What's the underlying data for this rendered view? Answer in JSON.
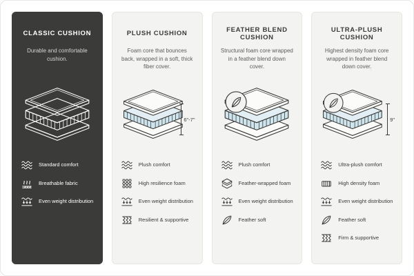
{
  "colors": {
    "dark_card": "#3b3b39",
    "light_card": "#f3f3f1",
    "accent_blue": "#cfe5ee",
    "text_dark": "#3a3a38"
  },
  "cards": [
    {
      "title": "CLASSIC CUSHION",
      "description": "Durable and comfortable cushion.",
      "features": [
        {
          "icon": "waves-icon",
          "label": "Standard comfort"
        },
        {
          "icon": "breathable-fabric-icon",
          "label": "Breathable fabric"
        },
        {
          "icon": "weight-distribution-icon",
          "label": "Even weight distribution"
        }
      ]
    },
    {
      "title": "PLUSH CUSHION",
      "description": "Foam core that bounces back, wrapped in a soft, thick fiber cover.",
      "height_label": "6\"-7\"",
      "features": [
        {
          "icon": "waves-icon",
          "label": "Plush comfort"
        },
        {
          "icon": "resilience-foam-icon",
          "label": "High resilience foam"
        },
        {
          "icon": "weight-distribution-icon",
          "label": "Even weight distribution"
        },
        {
          "icon": "springs-icon",
          "label": "Resilient & supportive"
        }
      ]
    },
    {
      "title": "FEATHER BLEND CUSHION",
      "description": "Structural foam core wrapped in a feather blend down cover.",
      "features": [
        {
          "icon": "waves-icon",
          "label": "Plush comfort"
        },
        {
          "icon": "feather-wrapped-foam-icon",
          "label": "Feather-wrapped foam"
        },
        {
          "icon": "weight-distribution-icon",
          "label": "Even weight distribution"
        },
        {
          "icon": "feather-icon",
          "label": "Feather soft"
        }
      ]
    },
    {
      "title": "ULTRA-PLUSH CUSHION",
      "description": "Highest density foam core wrapped in feather blend down cover.",
      "height_label": "9\"",
      "features": [
        {
          "icon": "waves-icon",
          "label": "Ultra-plush comfort"
        },
        {
          "icon": "density-foam-icon",
          "label": "High density foam"
        },
        {
          "icon": "weight-distribution-icon",
          "label": "Even weight distribution"
        },
        {
          "icon": "feather-icon",
          "label": "Feather soft"
        },
        {
          "icon": "springs-icon",
          "label": "Firm & supportive"
        }
      ]
    }
  ]
}
